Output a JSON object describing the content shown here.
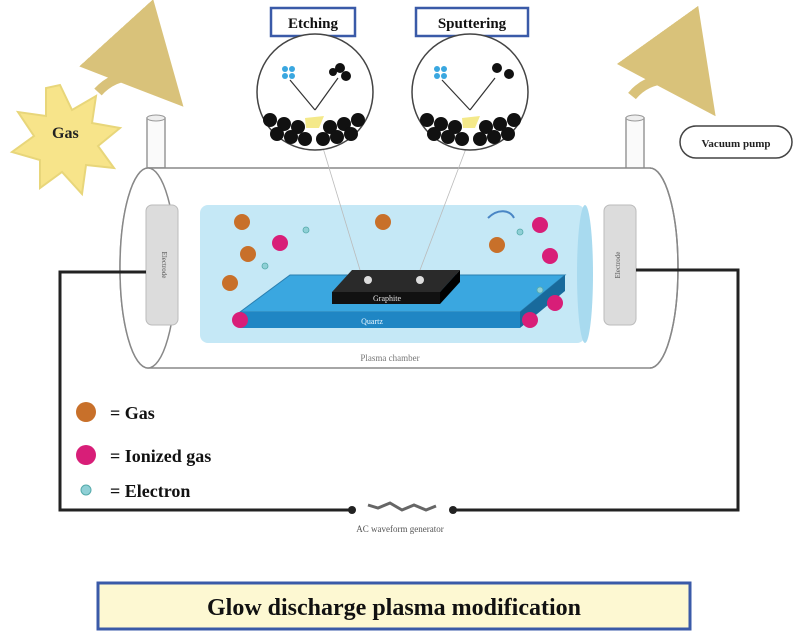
{
  "labels": {
    "gas_source": "Gas",
    "etching": "Etching",
    "sputtering": "Sputtering",
    "vacuum_pump": "Vacuum pump",
    "electrode_left": "Electrode",
    "electrode_right": "Electrode",
    "graphite": "Graphite",
    "quartz": "Quartz",
    "plasma_chamber": "Plasma chamber",
    "generator": "AC waveform generator",
    "title": "Glow discharge plasma modification"
  },
  "legend": [
    {
      "symbol": "gas-particle",
      "text": "= Gas"
    },
    {
      "symbol": "ionized-gas-particle",
      "text": "= Ionized gas"
    },
    {
      "symbol": "electron-particle",
      "text": "= Electron"
    }
  ],
  "colors": {
    "gas": "#c8702a",
    "ionized_gas": "#d81e78",
    "electron": "#8fd0d6",
    "plasma": "#bfe6f5",
    "quartz": "#3aa7e0",
    "graphite": "#1b1b1b",
    "box_border": "#3a5aa8",
    "sun": "#f7e48a"
  }
}
